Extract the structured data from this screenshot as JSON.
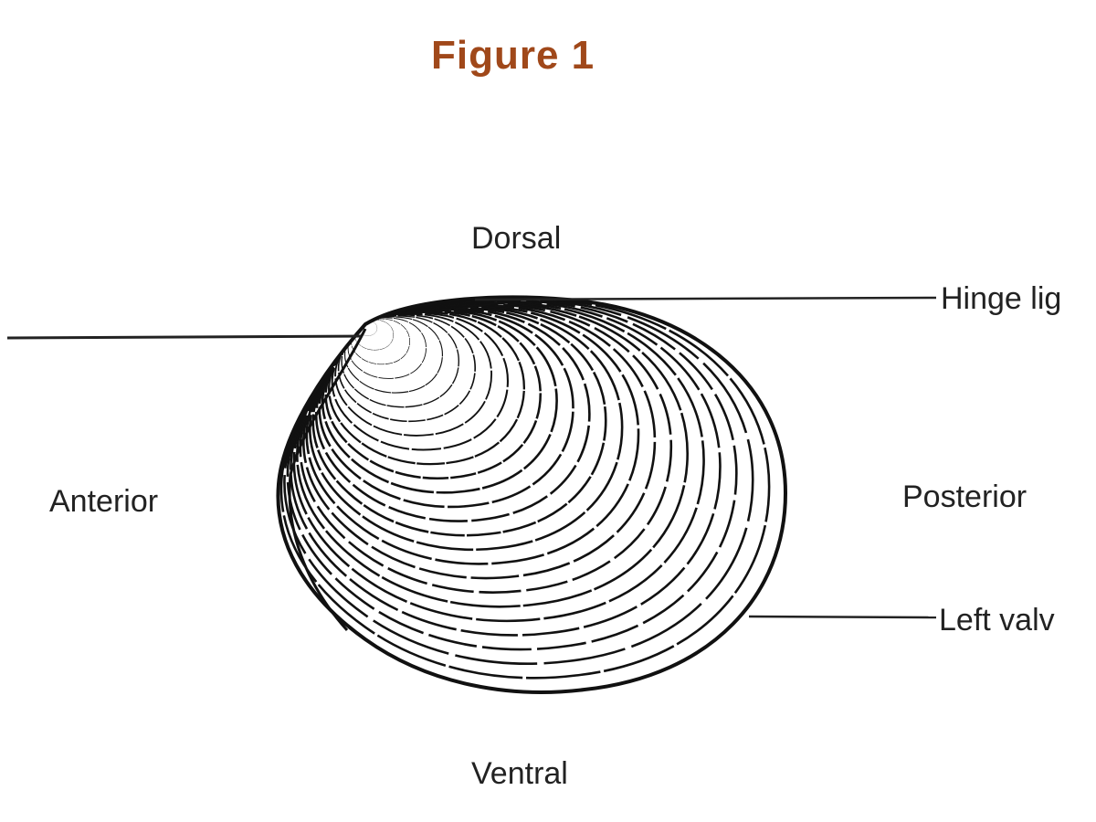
{
  "title": "Figure 1",
  "labels": {
    "dorsal": "Dorsal",
    "ventral": "Ventral",
    "anterior": "Anterior",
    "posterior": "Posterior",
    "hinge": "Hinge lig",
    "left_valve": "Left valv"
  },
  "colors": {
    "title": "#a0481a",
    "ink": "#111111"
  }
}
